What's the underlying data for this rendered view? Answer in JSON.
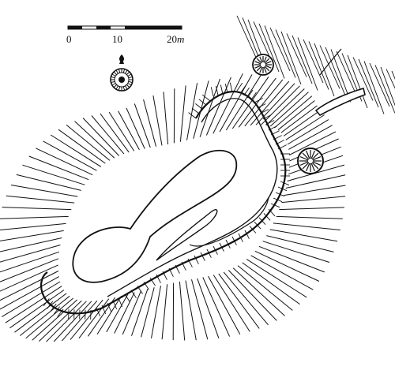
{
  "scale_bar": {
    "ticks": [
      "0",
      "10",
      "20"
    ],
    "unit": "m"
  },
  "north_arrow": {
    "icon": "compass-rose-icon"
  },
  "colors": {
    "ink": "#111111",
    "paper": "#ffffff"
  }
}
